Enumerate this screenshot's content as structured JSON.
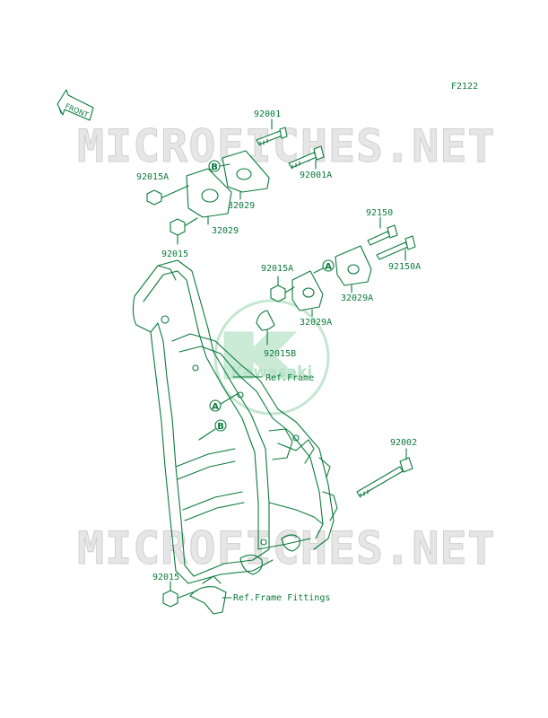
{
  "figure_code": "F2122",
  "watermark": {
    "text": "MICROFICHES.NET"
  },
  "logo": {
    "text": "Kawasaki"
  },
  "front_arrow": {
    "label": "FRONT"
  },
  "parts": [
    {
      "id": "p-92001",
      "label": "92001"
    },
    {
      "id": "p-92001a",
      "label": "92001A"
    },
    {
      "id": "p-92015a-top",
      "label": "92015A"
    },
    {
      "id": "p-32029-right",
      "label": "32029"
    },
    {
      "id": "p-32029-left",
      "label": "32029"
    },
    {
      "id": "p-92015-top",
      "label": "92015"
    },
    {
      "id": "p-92150",
      "label": "92150"
    },
    {
      "id": "p-92150a",
      "label": "92150A"
    },
    {
      "id": "p-92015a-mid",
      "label": "92015A"
    },
    {
      "id": "p-32029a-right",
      "label": "32029A"
    },
    {
      "id": "p-32029a-left",
      "label": "32029A"
    },
    {
      "id": "p-92015b",
      "label": "92015B"
    },
    {
      "id": "p-92002",
      "label": "92002"
    },
    {
      "id": "p-92015-bottom",
      "label": "92015"
    }
  ],
  "references": [
    {
      "id": "ref-frame",
      "label": "Ref.Frame"
    },
    {
      "id": "ref-frame-fittings",
      "label": "Ref.Frame Fittings"
    }
  ],
  "callout_letters": {
    "a": "A",
    "b": "B"
  }
}
